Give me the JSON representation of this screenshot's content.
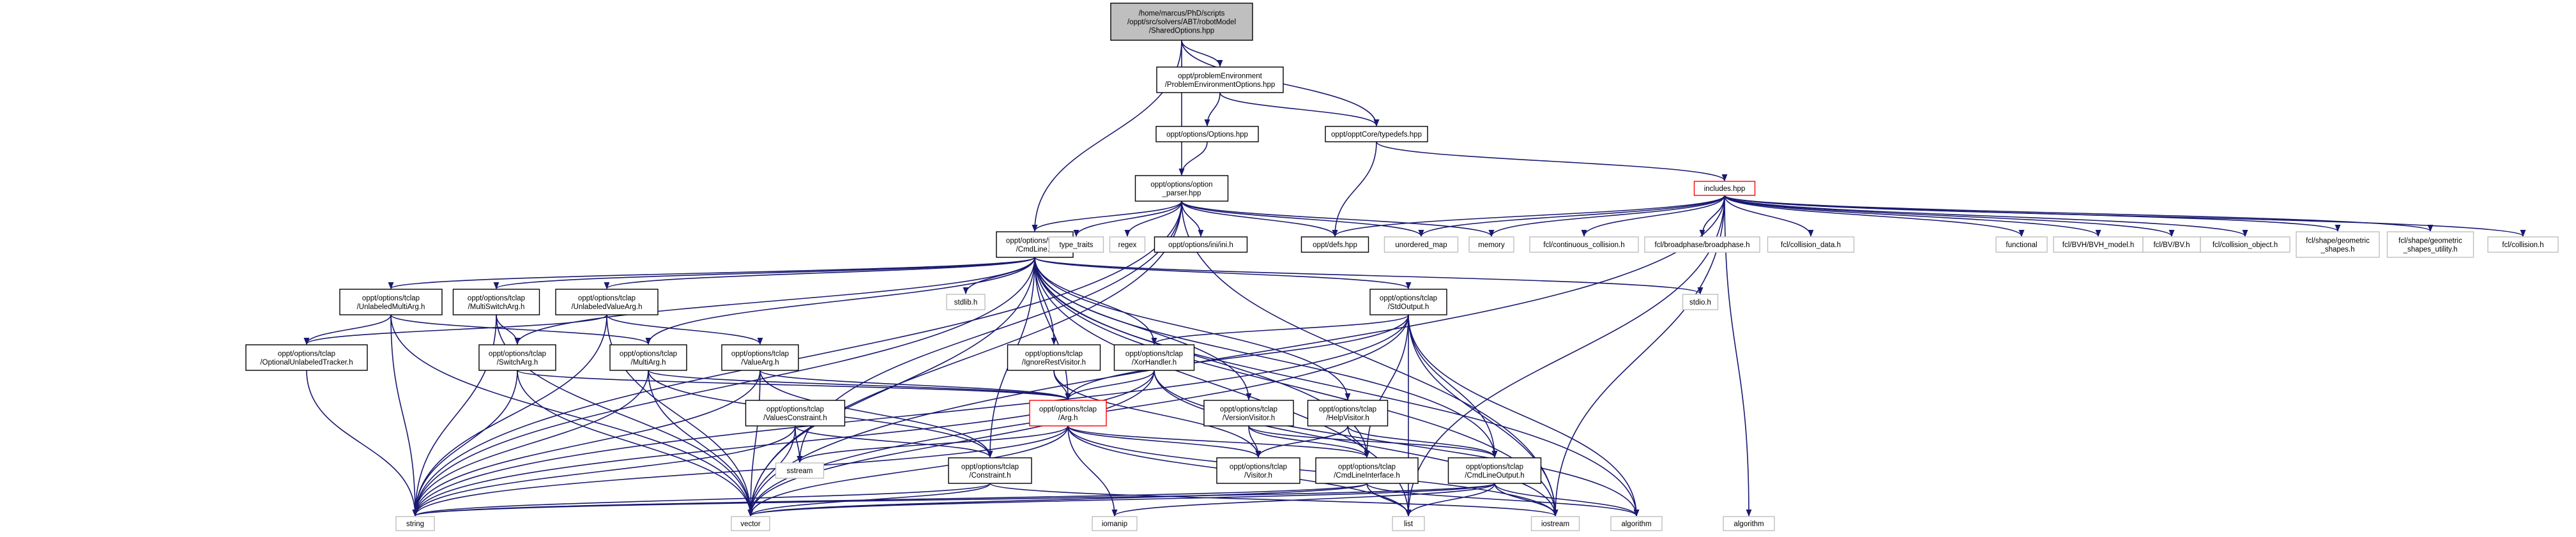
{
  "colors": {
    "edge": "#191970",
    "box_stroke": "#000000",
    "box_stroke_light": "#bfbfbf",
    "box_stroke_red": "#ff0000",
    "root_fill": "#bfbfbf",
    "box_fill": "#ffffff",
    "text": "#000000"
  },
  "nodes": {
    "root": [
      "/home/marcus/PhD/scripts",
      "/oppt/src/solvers/ABT/robotModel",
      "/SharedOptions.hpp"
    ],
    "problem_env": [
      "oppt/problemEnvironment",
      "/ProblemEnvironmentOptions.hpp"
    ],
    "options_hpp": [
      "oppt/options/Options.hpp"
    ],
    "typedefs": [
      "oppt/opptCore/typedefs.hpp"
    ],
    "option_parser": [
      "oppt/options/option",
      "_parser.hpp"
    ],
    "includes": [
      "includes.hpp"
    ],
    "cmdline": [
      "oppt/options/tclap",
      "/CmdLine.h"
    ],
    "type_traits": [
      "type_traits"
    ],
    "regex": [
      "regex"
    ],
    "ini": [
      "oppt/options/ini/ini.h"
    ],
    "defs": [
      "oppt/defs.hpp"
    ],
    "unordered_map": [
      "unordered_map"
    ],
    "memory": [
      "memory"
    ],
    "fcl_cc": [
      "fcl/continuous_collision.h"
    ],
    "fcl_bp": [
      "fcl/broadphase/broadphase.h"
    ],
    "fcl_cd": [
      "fcl/collision_data.h"
    ],
    "functional": [
      "functional"
    ],
    "fcl_bvhm": [
      "fcl/BVH/BVH_model.h"
    ],
    "fcl_bv": [
      "fcl/BV/BV.h"
    ],
    "fcl_co": [
      "fcl/collision_object.h"
    ],
    "fcl_gs": [
      "fcl/shape/geometric",
      "_shapes.h"
    ],
    "fcl_gsu": [
      "fcl/shape/geometric",
      "_shapes_utility.h"
    ],
    "fcl_col": [
      "fcl/collision.h"
    ],
    "unlabeled_multi": [
      "oppt/options/tclap",
      "/UnlabeledMultiArg.h"
    ],
    "multi_switch": [
      "oppt/options/tclap",
      "/MultiSwitchArg.h"
    ],
    "unlabeled_value": [
      "oppt/options/tclap",
      "/UnlabeledValueArg.h"
    ],
    "stdlib": [
      "stdlib.h"
    ],
    "std_output": [
      "oppt/options/tclap",
      "/StdOutput.h"
    ],
    "stdio": [
      "stdio.h"
    ],
    "optional_unlabeled": [
      "oppt/options/tclap",
      "/OptionalUnlabeledTracker.h"
    ],
    "switch_arg": [
      "oppt/options/tclap",
      "/SwitchArg.h"
    ],
    "multi_arg": [
      "oppt/options/tclap",
      "/MultiArg.h"
    ],
    "value_arg": [
      "oppt/options/tclap",
      "/ValueArg.h"
    ],
    "ignore_rest": [
      "oppt/options/tclap",
      "/IgnoreRestVisitor.h"
    ],
    "xor_handler": [
      "oppt/options/tclap",
      "/XorHandler.h"
    ],
    "values_constraint": [
      "oppt/options/tclap",
      "/ValuesConstraint.h"
    ],
    "arg": [
      "oppt/options/tclap",
      "/Arg.h"
    ],
    "version_visitor": [
      "oppt/options/tclap",
      "/VersionVisitor.h"
    ],
    "help_visitor": [
      "oppt/options/tclap",
      "/HelpVisitor.h"
    ],
    "sstream": [
      "sstream"
    ],
    "constraint": [
      "oppt/options/tclap",
      "/Constraint.h"
    ],
    "visitor": [
      "oppt/options/tclap",
      "/Visitor.h"
    ],
    "cmdline_interface": [
      "oppt/options/tclap",
      "/CmdLineInterface.h"
    ],
    "cmdline_output": [
      "oppt/options/tclap",
      "/CmdLineOutput.h"
    ],
    "string": [
      "string"
    ],
    "vector": [
      "vector"
    ],
    "iomanip": [
      "iomanip"
    ],
    "list": [
      "list"
    ],
    "iostream": [
      "iostream"
    ],
    "algorithm1": [
      "algorithm"
    ],
    "algorithm2": [
      "algorithm"
    ]
  }
}
